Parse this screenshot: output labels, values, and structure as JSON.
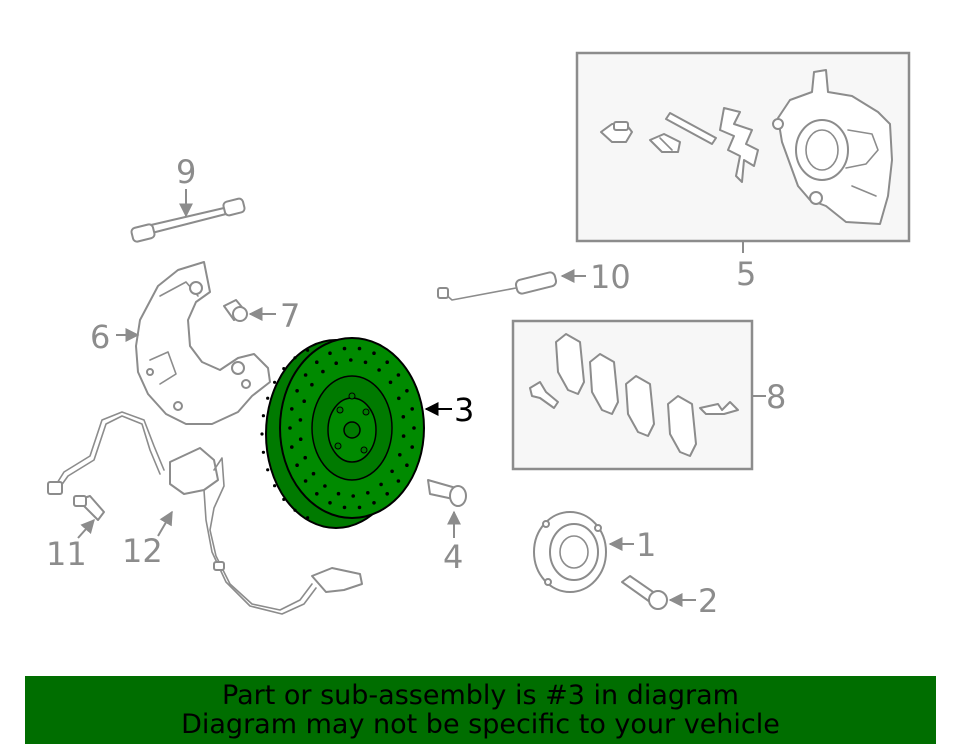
{
  "callouts": {
    "c1": "1",
    "c2": "2",
    "c3": "3",
    "c4": "4",
    "c5": "5",
    "c6": "6",
    "c7": "7",
    "c8": "8",
    "c9": "9",
    "c10": "10",
    "c11": "11",
    "c12": "12"
  },
  "highlighted_part": "3",
  "colors": {
    "highlight": "#007a00",
    "banner": "#006e00",
    "line": "#8c8c8c",
    "box_fill": "#f7f7f7"
  },
  "banner": {
    "line1": "Part or sub-assembly is #3 in diagram",
    "line2": "Diagram may not be specific to your vehicle"
  }
}
